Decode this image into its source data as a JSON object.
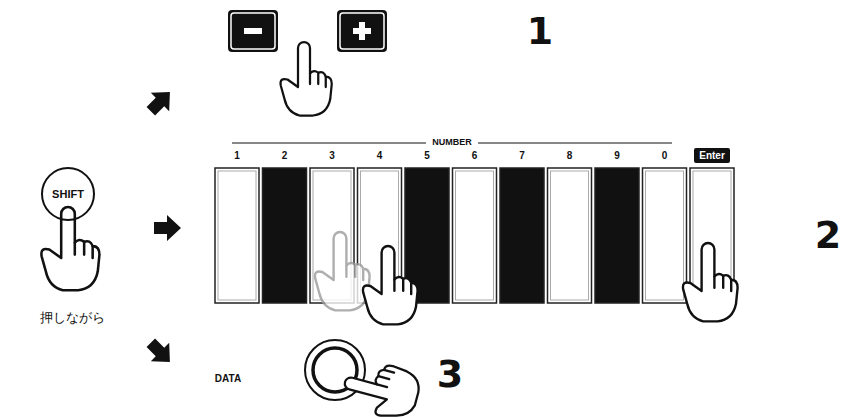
{
  "diagram": {
    "nodes": [
      {
        "text": [
          "SHIFT"
        ]
      },
      {
        "text": [
          "Enter"
        ]
      }
    ],
    "labels": [
      "1",
      "NUMBER",
      "1",
      "2",
      "3",
      "4",
      "5",
      "6",
      "7",
      "8",
      "9",
      "0",
      "2",
      "押しながら",
      "DATA",
      "3"
    ]
  }
}
